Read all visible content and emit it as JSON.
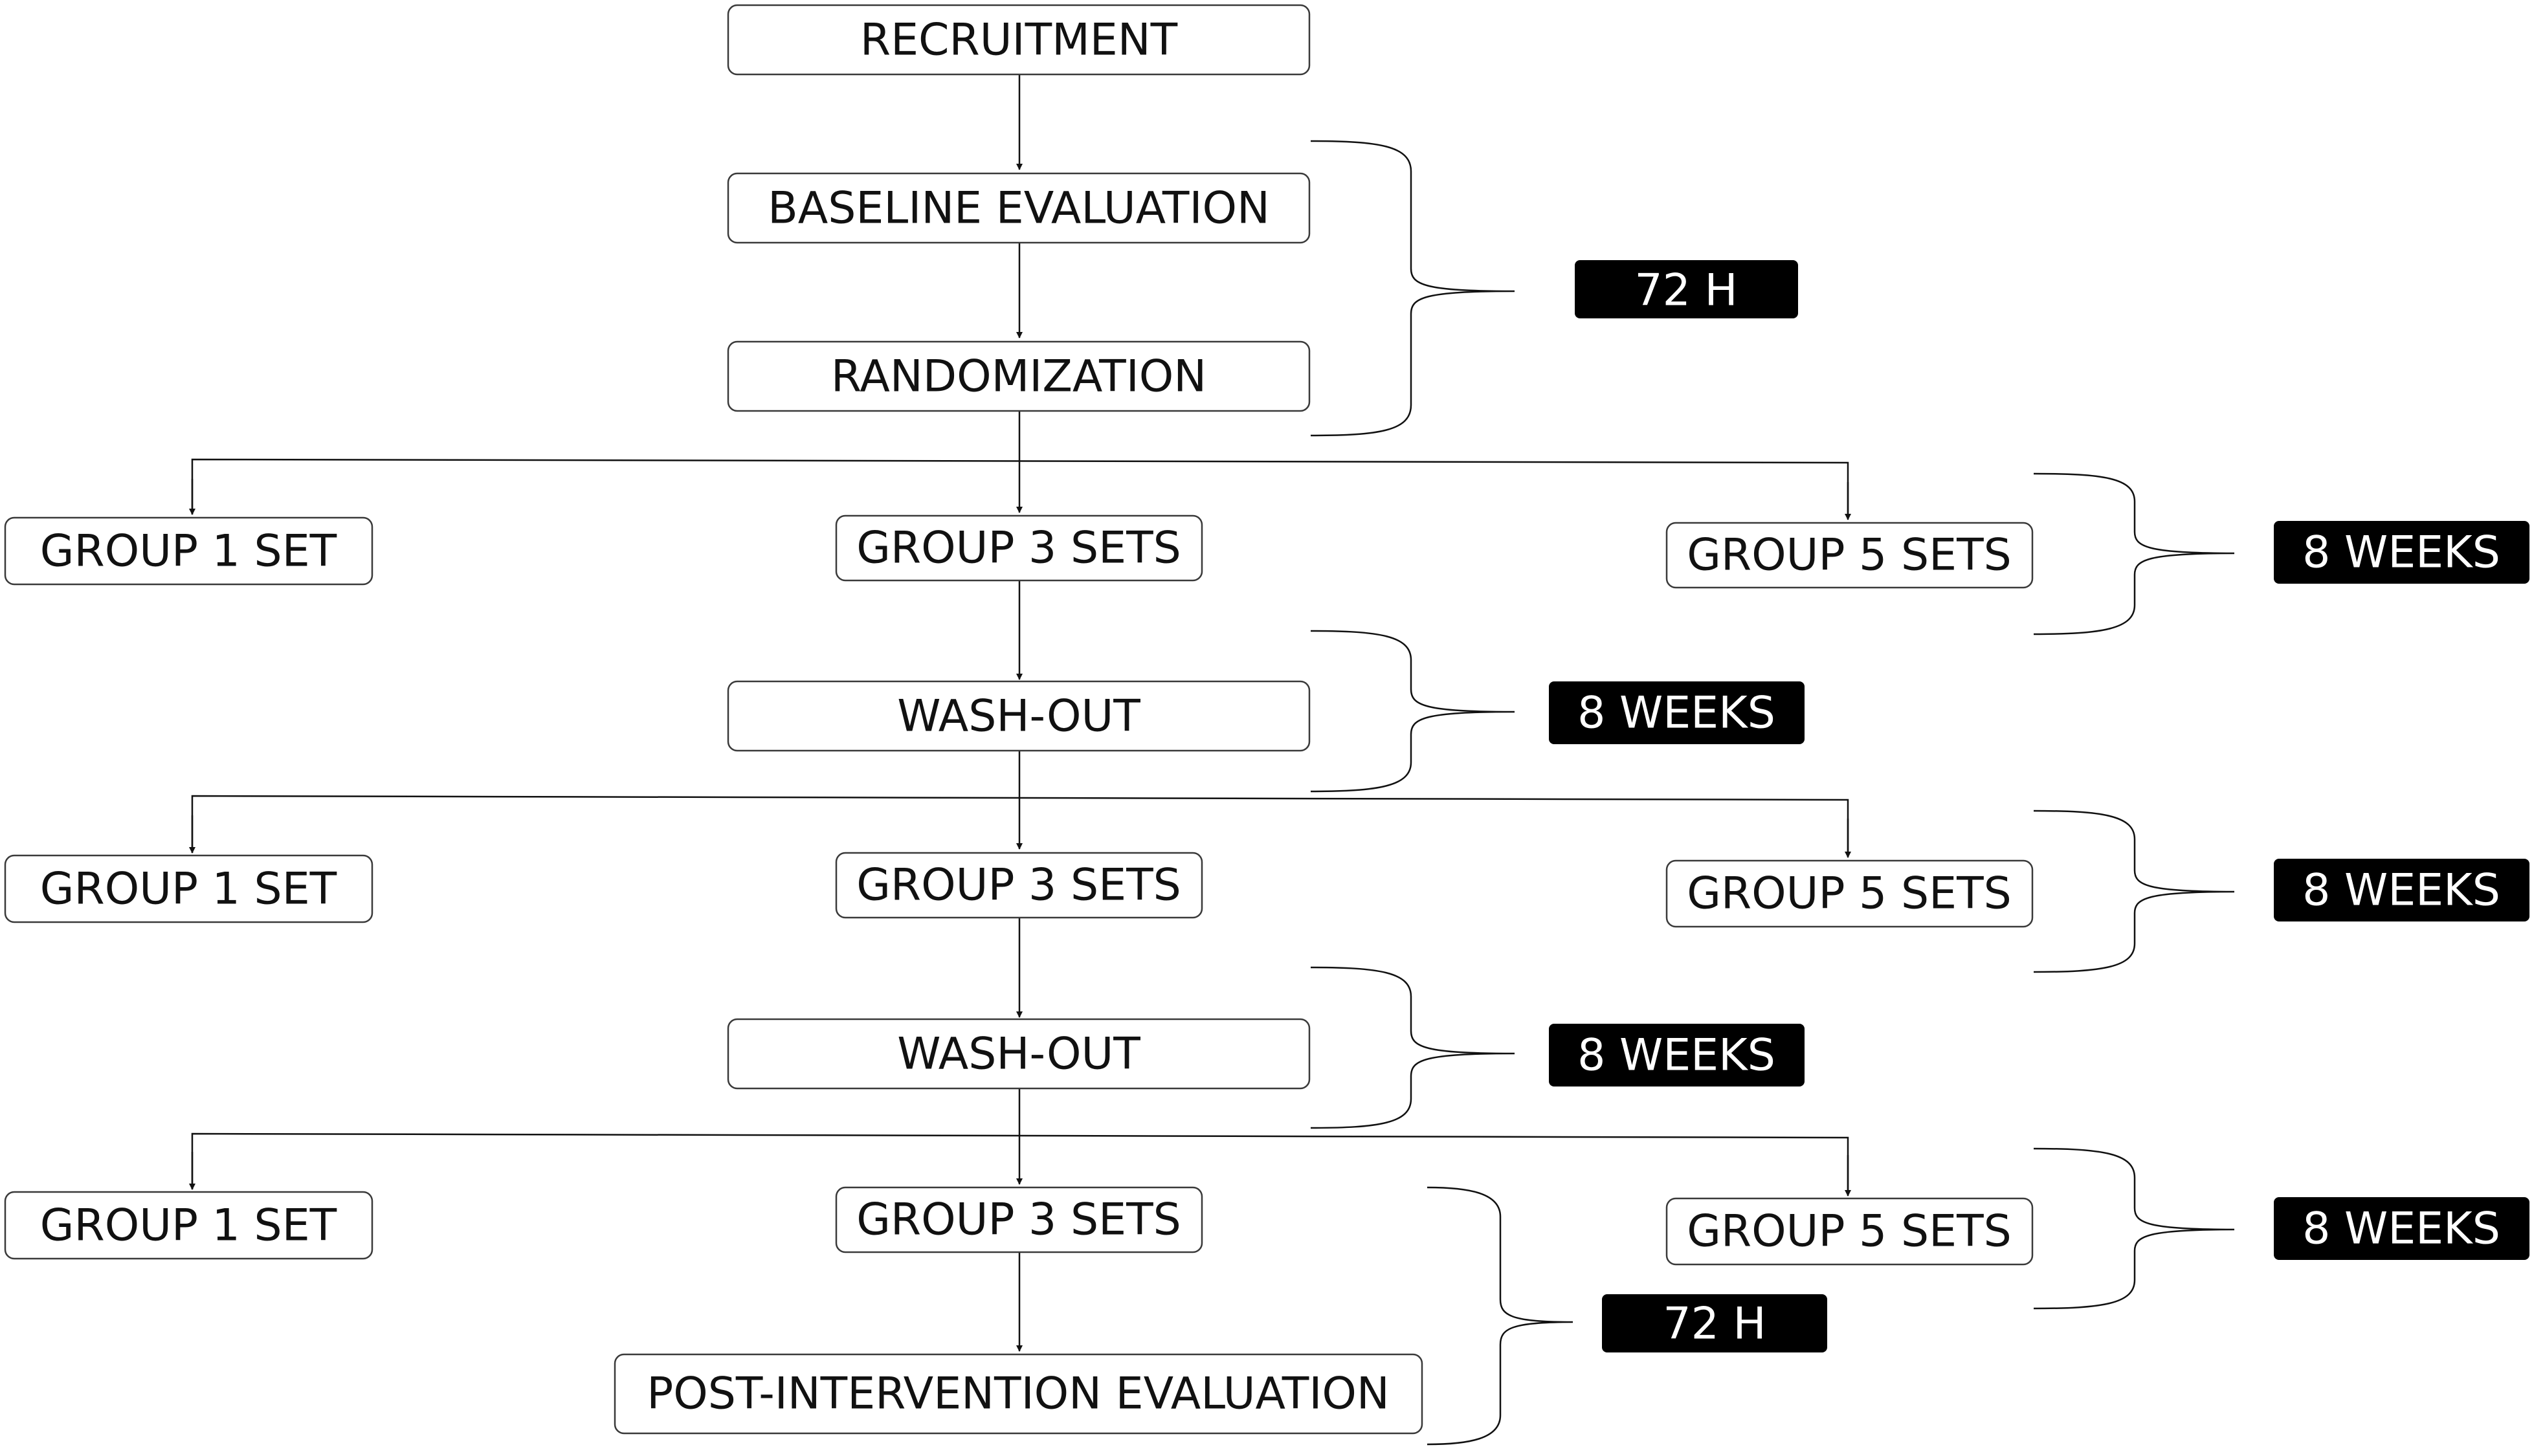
{
  "nodes": {
    "recruitment": "RECRUITMENT",
    "baseline": "BASELINE EVALUATION",
    "randomization": "RANDOMIZATION",
    "period1": {
      "g1": "GROUP 1 SET",
      "g3": "GROUP 3 SETS",
      "g5": "GROUP 5 SETS"
    },
    "washout1": "WASH-OUT",
    "period2": {
      "g1": "GROUP 1 SET",
      "g3": "GROUP 3 SETS",
      "g5": "GROUP 5 SETS"
    },
    "washout2": "WASH-OUT",
    "period3": {
      "g1": "GROUP 1 SET",
      "g3": "GROUP 3 SETS",
      "g5": "GROUP 5 SETS"
    },
    "post": "POST-INTERVENTION EVALUATION"
  },
  "durations": {
    "baseline_randomization": "72 H",
    "period1": "8 WEEKS",
    "washout1": "8 WEEKS",
    "period2": "8 WEEKS",
    "washout2": "8 WEEKS",
    "period3": "8 WEEKS",
    "post": "72 H"
  }
}
